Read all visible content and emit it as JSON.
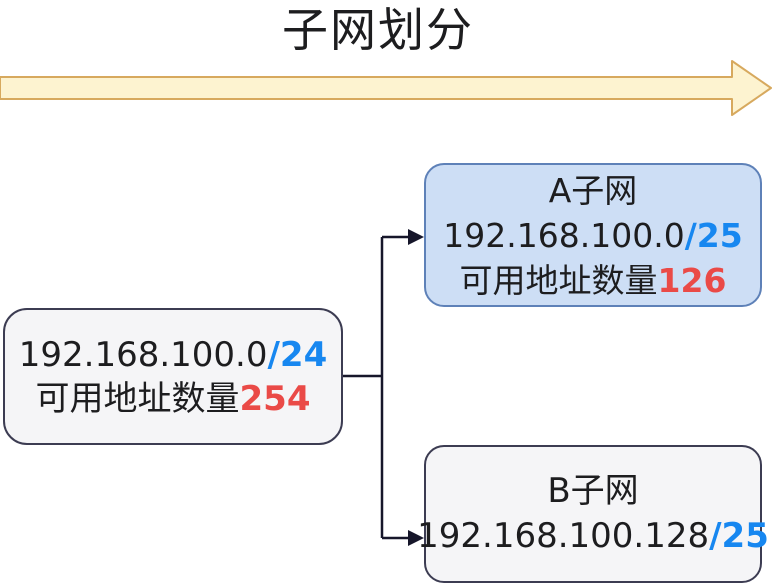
{
  "title": "子网划分",
  "colors": {
    "text": "#1d1d1f",
    "accent_blue": "#1787f0",
    "accent_red": "#ea4a47",
    "arrow_fill": "#fdf3d0",
    "arrow_stroke": "#d7a95e",
    "parent_box_fill": "#f5f5f7",
    "parent_box_border": "#3c3c52",
    "subnet_a_fill": "#cddef5",
    "subnet_a_border": "#5e81b8",
    "subnet_b_fill": "#f5f5f7",
    "subnet_b_border": "#3c3c52",
    "connector": "#16162a"
  },
  "parent_network": {
    "address": "192.168.100.0",
    "mask": "/24",
    "label": "可用地址数量",
    "count": "254"
  },
  "subnet_a": {
    "name": "A子网",
    "address": "192.168.100.0",
    "mask": "/25",
    "label": "可用地址数量",
    "count": "126"
  },
  "subnet_b": {
    "name": "B子网",
    "address": "192.168.100.128",
    "mask": "/25"
  }
}
